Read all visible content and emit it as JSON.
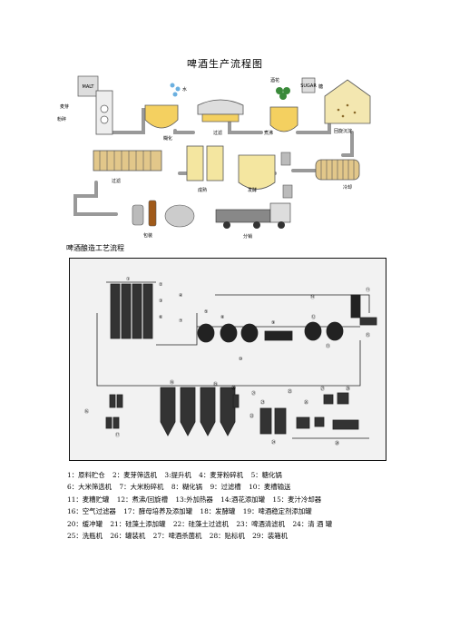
{
  "doc": {
    "title": "啤酒生产流程图",
    "subtitle": "啤酒酿造工艺流程"
  },
  "diagram1": {
    "labels": {
      "malt": "麦芽",
      "crush": "粉碎",
      "water": "水",
      "mash": "糊化",
      "filter": "过滤",
      "boil": "煮沸",
      "hops": "酒花",
      "sugar": "糖",
      "whirlpool": "回旋沉淀",
      "cool": "冷却",
      "filter2": "过滤",
      "mature": "成熟",
      "ferment": "发酵",
      "pack": "包装",
      "distribute": "分销"
    },
    "sack_text": "MALT",
    "sack_text2": "SUGAR"
  },
  "diagram2": {
    "numbers": [
      "①",
      "②",
      "③",
      "④",
      "⑤",
      "⑥",
      "⑦",
      "⑧",
      "⑨",
      "⑩",
      "⑪",
      "⑫",
      "⑬",
      "⑭",
      "⑮",
      "⑯",
      "⑰",
      "⑱",
      "⑲",
      "⑳",
      "㉑",
      "㉒",
      "㉓",
      "㉔",
      "㉕",
      "㉖",
      "㉗",
      "㉘",
      "㉙"
    ]
  },
  "legend": {
    "rows": [
      [
        "1：原料贮仓",
        "2：麦芽筛选机",
        "3:提升机",
        "4：麦芽粉碎机",
        "5：糖化锅"
      ],
      [
        "6：大米筛选机",
        "7：大米粉碎机",
        "8：糊化锅",
        "9：过滤槽",
        "10：麦槽输送"
      ],
      [
        "11：麦糟贮罐",
        "12：煮沸/回旋槽",
        "13:外加热器",
        "14:酒花添加罐",
        "15：麦汁冷却器"
      ],
      [
        "16：空气过滤器",
        "17：酵母培养及添加罐",
        "18：发酵罐",
        "19：啤酒稳定剂添加罐"
      ],
      [
        "20：缓冲罐",
        "21：硅藻土添加罐",
        "22：硅藻土过滤机",
        "23：啤酒清滤机",
        "24：清 酒 罐"
      ],
      [
        "25：洗瓶机",
        "26：罐装机",
        "27：啤酒杀菌机",
        "28：贴标机",
        "29：装箱机"
      ]
    ]
  }
}
